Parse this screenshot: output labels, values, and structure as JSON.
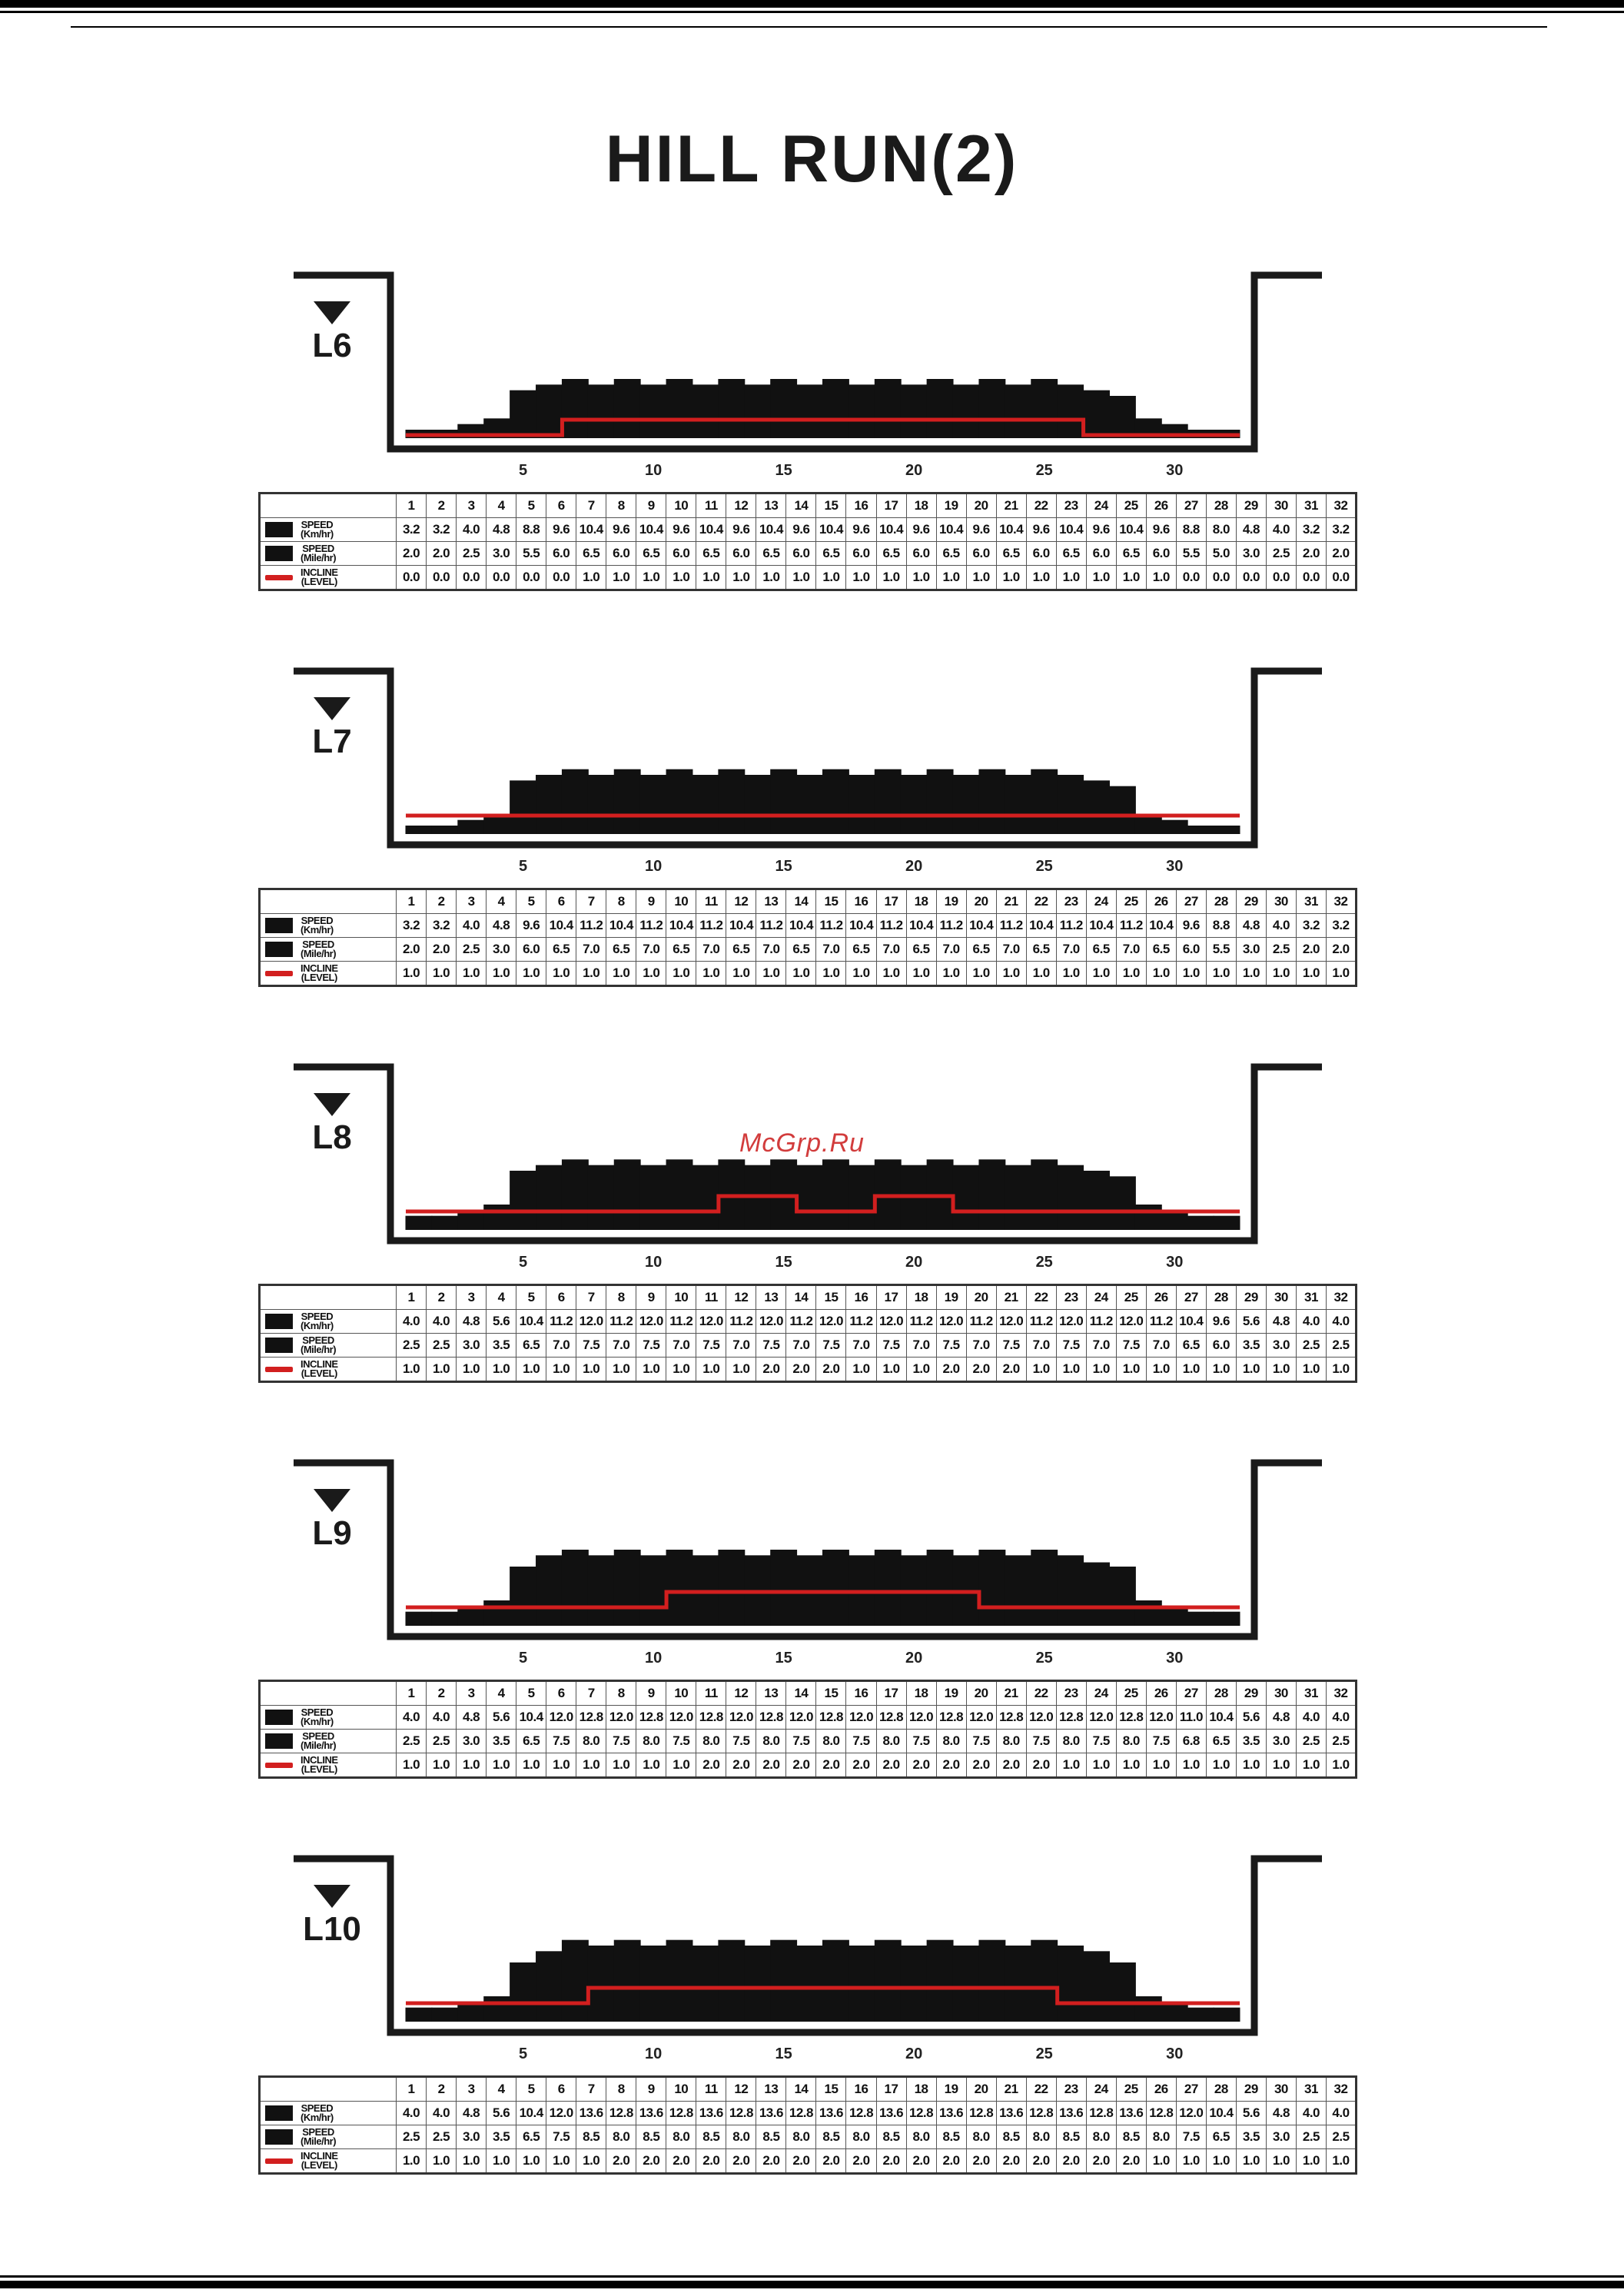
{
  "title": "HILL RUN(2)",
  "watermark": "McGrp.Ru",
  "colors": {
    "profile": "#111111",
    "incline_line": "#d21f1f",
    "frame": "#1a1a1a"
  },
  "axis_ticks": [
    "5",
    "10",
    "15",
    "20",
    "25",
    "30"
  ],
  "row_labels": {
    "speed_kmh": [
      "SPEED",
      "(Km/hr)"
    ],
    "speed_mph": [
      "SPEED",
      "(Mile/hr)"
    ],
    "incline": [
      "INCLINE",
      "(LEVEL)"
    ]
  },
  "segments": [
    "1",
    "2",
    "3",
    "4",
    "5",
    "6",
    "7",
    "8",
    "9",
    "10",
    "11",
    "12",
    "13",
    "14",
    "15",
    "16",
    "17",
    "18",
    "19",
    "20",
    "21",
    "22",
    "23",
    "24",
    "25",
    "26",
    "27",
    "28",
    "29",
    "30",
    "31",
    "32"
  ],
  "chart_data": [
    {
      "type": "table",
      "level": "L6",
      "speed_kmh": [
        "3.2",
        "3.2",
        "4.0",
        "4.8",
        "8.8",
        "9.6",
        "10.4",
        "9.6",
        "10.4",
        "9.6",
        "10.4",
        "9.6",
        "10.4",
        "9.6",
        "10.4",
        "9.6",
        "10.4",
        "9.6",
        "10.4",
        "9.6",
        "10.4",
        "9.6",
        "10.4",
        "9.6",
        "10.4",
        "9.6",
        "8.8",
        "8.0",
        "4.8",
        "4.0",
        "3.2",
        "3.2"
      ],
      "speed_mph": [
        "2.0",
        "2.0",
        "2.5",
        "3.0",
        "5.5",
        "6.0",
        "6.5",
        "6.0",
        "6.5",
        "6.0",
        "6.5",
        "6.0",
        "6.5",
        "6.0",
        "6.5",
        "6.0",
        "6.5",
        "6.0",
        "6.5",
        "6.0",
        "6.5",
        "6.0",
        "6.5",
        "6.0",
        "6.5",
        "6.0",
        "5.5",
        "5.0",
        "3.0",
        "2.5",
        "2.0",
        "2.0"
      ],
      "incline": [
        "0.0",
        "0.0",
        "0.0",
        "0.0",
        "0.0",
        "0.0",
        "1.0",
        "1.0",
        "1.0",
        "1.0",
        "1.0",
        "1.0",
        "1.0",
        "1.0",
        "1.0",
        "1.0",
        "1.0",
        "1.0",
        "1.0",
        "1.0",
        "1.0",
        "1.0",
        "1.0",
        "1.0",
        "1.0",
        "1.0",
        "0.0",
        "0.0",
        "0.0",
        "0.0",
        "0.0",
        "0.0"
      ]
    },
    {
      "type": "table",
      "level": "L7",
      "speed_kmh": [
        "3.2",
        "3.2",
        "4.0",
        "4.8",
        "9.6",
        "10.4",
        "11.2",
        "10.4",
        "11.2",
        "10.4",
        "11.2",
        "10.4",
        "11.2",
        "10.4",
        "11.2",
        "10.4",
        "11.2",
        "10.4",
        "11.2",
        "10.4",
        "11.2",
        "10.4",
        "11.2",
        "10.4",
        "11.2",
        "10.4",
        "9.6",
        "8.8",
        "4.8",
        "4.0",
        "3.2",
        "3.2"
      ],
      "speed_mph": [
        "2.0",
        "2.0",
        "2.5",
        "3.0",
        "6.0",
        "6.5",
        "7.0",
        "6.5",
        "7.0",
        "6.5",
        "7.0",
        "6.5",
        "7.0",
        "6.5",
        "7.0",
        "6.5",
        "7.0",
        "6.5",
        "7.0",
        "6.5",
        "7.0",
        "6.5",
        "7.0",
        "6.5",
        "7.0",
        "6.5",
        "6.0",
        "5.5",
        "3.0",
        "2.5",
        "2.0",
        "2.0"
      ],
      "incline": [
        "1.0",
        "1.0",
        "1.0",
        "1.0",
        "1.0",
        "1.0",
        "1.0",
        "1.0",
        "1.0",
        "1.0",
        "1.0",
        "1.0",
        "1.0",
        "1.0",
        "1.0",
        "1.0",
        "1.0",
        "1.0",
        "1.0",
        "1.0",
        "1.0",
        "1.0",
        "1.0",
        "1.0",
        "1.0",
        "1.0",
        "1.0",
        "1.0",
        "1.0",
        "1.0",
        "1.0",
        "1.0"
      ]
    },
    {
      "type": "table",
      "level": "L8",
      "speed_kmh": [
        "4.0",
        "4.0",
        "4.8",
        "5.6",
        "10.4",
        "11.2",
        "12.0",
        "11.2",
        "12.0",
        "11.2",
        "12.0",
        "11.2",
        "12.0",
        "11.2",
        "12.0",
        "11.2",
        "12.0",
        "11.2",
        "12.0",
        "11.2",
        "12.0",
        "11.2",
        "12.0",
        "11.2",
        "12.0",
        "11.2",
        "10.4",
        "9.6",
        "5.6",
        "4.8",
        "4.0",
        "4.0"
      ],
      "speed_mph": [
        "2.5",
        "2.5",
        "3.0",
        "3.5",
        "6.5",
        "7.0",
        "7.5",
        "7.0",
        "7.5",
        "7.0",
        "7.5",
        "7.0",
        "7.5",
        "7.0",
        "7.5",
        "7.0",
        "7.5",
        "7.0",
        "7.5",
        "7.0",
        "7.5",
        "7.0",
        "7.5",
        "7.0",
        "7.5",
        "7.0",
        "6.5",
        "6.0",
        "3.5",
        "3.0",
        "2.5",
        "2.5"
      ],
      "incline": [
        "1.0",
        "1.0",
        "1.0",
        "1.0",
        "1.0",
        "1.0",
        "1.0",
        "1.0",
        "1.0",
        "1.0",
        "1.0",
        "1.0",
        "2.0",
        "2.0",
        "2.0",
        "1.0",
        "1.0",
        "1.0",
        "2.0",
        "2.0",
        "2.0",
        "1.0",
        "1.0",
        "1.0",
        "1.0",
        "1.0",
        "1.0",
        "1.0",
        "1.0",
        "1.0",
        "1.0",
        "1.0"
      ]
    },
    {
      "type": "table",
      "level": "L9",
      "speed_kmh": [
        "4.0",
        "4.0",
        "4.8",
        "5.6",
        "10.4",
        "12.0",
        "12.8",
        "12.0",
        "12.8",
        "12.0",
        "12.8",
        "12.0",
        "12.8",
        "12.0",
        "12.8",
        "12.0",
        "12.8",
        "12.0",
        "12.8",
        "12.0",
        "12.8",
        "12.0",
        "12.8",
        "12.0",
        "12.8",
        "12.0",
        "11.0",
        "10.4",
        "5.6",
        "4.8",
        "4.0",
        "4.0"
      ],
      "speed_mph": [
        "2.5",
        "2.5",
        "3.0",
        "3.5",
        "6.5",
        "7.5",
        "8.0",
        "7.5",
        "8.0",
        "7.5",
        "8.0",
        "7.5",
        "8.0",
        "7.5",
        "8.0",
        "7.5",
        "8.0",
        "7.5",
        "8.0",
        "7.5",
        "8.0",
        "7.5",
        "8.0",
        "7.5",
        "8.0",
        "7.5",
        "6.8",
        "6.5",
        "3.5",
        "3.0",
        "2.5",
        "2.5"
      ],
      "incline": [
        "1.0",
        "1.0",
        "1.0",
        "1.0",
        "1.0",
        "1.0",
        "1.0",
        "1.0",
        "1.0",
        "1.0",
        "2.0",
        "2.0",
        "2.0",
        "2.0",
        "2.0",
        "2.0",
        "2.0",
        "2.0",
        "2.0",
        "2.0",
        "2.0",
        "2.0",
        "1.0",
        "1.0",
        "1.0",
        "1.0",
        "1.0",
        "1.0",
        "1.0",
        "1.0",
        "1.0",
        "1.0"
      ]
    },
    {
      "type": "table",
      "level": "L10",
      "speed_kmh": [
        "4.0",
        "4.0",
        "4.8",
        "5.6",
        "10.4",
        "12.0",
        "13.6",
        "12.8",
        "13.6",
        "12.8",
        "13.6",
        "12.8",
        "13.6",
        "12.8",
        "13.6",
        "12.8",
        "13.6",
        "12.8",
        "13.6",
        "12.8",
        "13.6",
        "12.8",
        "13.6",
        "12.8",
        "13.6",
        "12.8",
        "12.0",
        "10.4",
        "5.6",
        "4.8",
        "4.0",
        "4.0"
      ],
      "speed_mph": [
        "2.5",
        "2.5",
        "3.0",
        "3.5",
        "6.5",
        "7.5",
        "8.5",
        "8.0",
        "8.5",
        "8.0",
        "8.5",
        "8.0",
        "8.5",
        "8.0",
        "8.5",
        "8.0",
        "8.5",
        "8.0",
        "8.5",
        "8.0",
        "8.5",
        "8.0",
        "8.5",
        "8.0",
        "8.5",
        "8.0",
        "7.5",
        "6.5",
        "3.5",
        "3.0",
        "2.5",
        "2.5"
      ],
      "incline": [
        "1.0",
        "1.0",
        "1.0",
        "1.0",
        "1.0",
        "1.0",
        "1.0",
        "2.0",
        "2.0",
        "2.0",
        "2.0",
        "2.0",
        "2.0",
        "2.0",
        "2.0",
        "2.0",
        "2.0",
        "2.0",
        "2.0",
        "2.0",
        "2.0",
        "2.0",
        "2.0",
        "2.0",
        "2.0",
        "1.0",
        "1.0",
        "1.0",
        "1.0",
        "1.0",
        "1.0",
        "1.0"
      ]
    }
  ]
}
